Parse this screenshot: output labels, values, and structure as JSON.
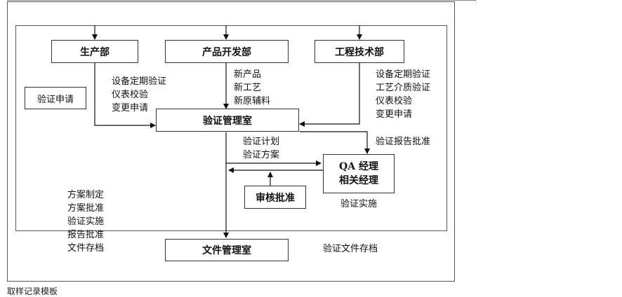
{
  "boxes": {
    "production": "生产部",
    "product_dev": "产品开发部",
    "engineering": "工程技术部",
    "validation_request": "验证申请",
    "validation_office": "验证管理室",
    "qa_line1": "QA 经理",
    "qa_line2": "相关经理",
    "review": "审核批准",
    "doc_office": "文件管理室"
  },
  "labels": {
    "production_items": [
      "设备定期验证",
      "仪表校验",
      "变更申请"
    ],
    "dev_items": [
      "新产品",
      "新工艺",
      "新原辅料"
    ],
    "engineering_items": [
      "设备定期验证",
      "工艺介质验证",
      "仪表校验",
      "变更申请"
    ],
    "report_approval": "验证报告批准",
    "plan_items": [
      "验证计划",
      "验证方案"
    ],
    "implementation": "验证实施",
    "steps": [
      "方案制定",
      "方案批准",
      "验证实施",
      "报告批准",
      "文件存档"
    ],
    "archive": "验证文件存档"
  },
  "caption": "取样记录模板"
}
